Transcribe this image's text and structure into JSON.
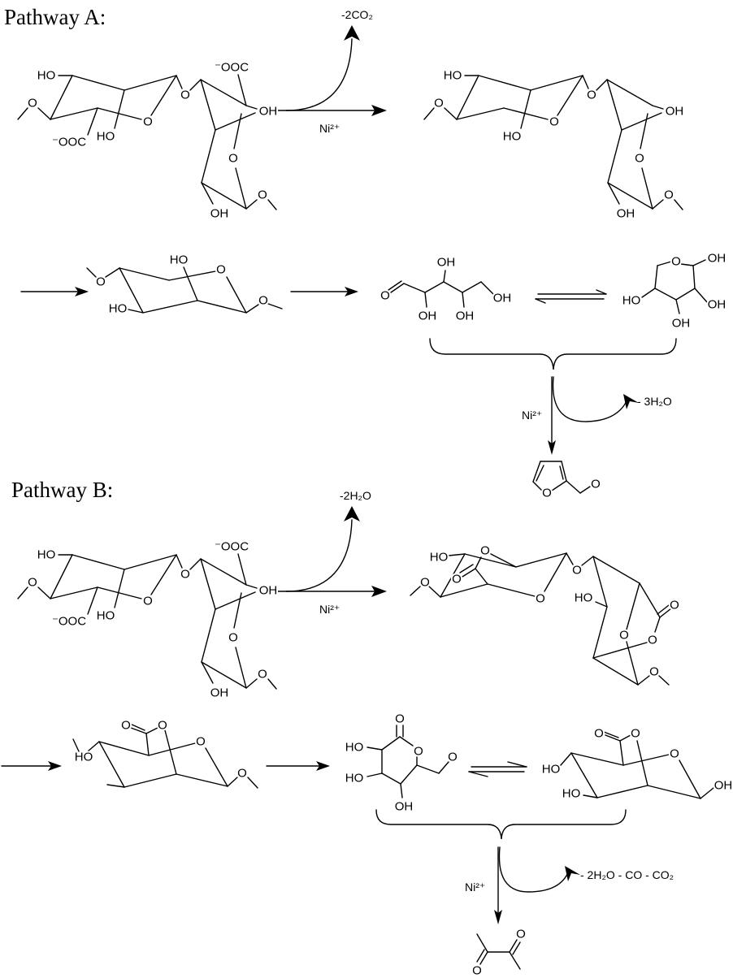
{
  "pathway_a": {
    "title": "Pathway A:",
    "step1_loss": "-2CO₂",
    "step1_catalyst": "Ni²⁺",
    "step3_loss": "- 3H₂O",
    "step3_catalyst": "Ni²⁺"
  },
  "pathway_b": {
    "title": "Pathway B:",
    "step1_loss": "-2H₂O",
    "step1_catalyst": "Ni²⁺",
    "step3_loss": "- 2H₂O - CO - CO₂",
    "step3_catalyst": "Ni²⁺"
  },
  "structures": {
    "a_reactant": {
      "labels": [
        "HO",
        "HO",
        "⁻OOC",
        "O",
        "O",
        "O",
        "⁻OOC",
        "OH",
        "O",
        "OH",
        "O"
      ]
    },
    "a_decarboxylated": {
      "labels": [
        "HO",
        "HO",
        "O",
        "O",
        "O",
        "OH",
        "O",
        "OH",
        "O"
      ]
    },
    "a_monomer": {
      "labels": [
        "HO",
        "O",
        "HO",
        "O",
        "O"
      ]
    },
    "a_open_chain": {
      "labels": [
        "O",
        "OH",
        "OH",
        "OH",
        "OH"
      ]
    },
    "a_pyranose": {
      "labels": [
        "O",
        "OH",
        "OH",
        "OH",
        "HO"
      ]
    },
    "a_furfural": {
      "labels": [
        "O",
        "O"
      ]
    },
    "b_reactant": {
      "labels": [
        "HO",
        "HO",
        "⁻OOC",
        "O",
        "O",
        "O",
        "⁻OOC",
        "OH",
        "O",
        "OH",
        "O"
      ]
    },
    "b_lactone_dimer": {
      "labels": [
        "HO",
        "O",
        "O",
        "O",
        "O",
        "O",
        "HO",
        "O",
        "O",
        "O",
        "O"
      ]
    },
    "b_lactone_monomer": {
      "labels": [
        "O",
        "O",
        "O",
        "O",
        "HO"
      ]
    },
    "b_open_lactone": {
      "labels": [
        "O",
        "O",
        "O",
        "OH",
        "HO",
        "HO"
      ]
    },
    "b_lactone_pyranose": {
      "labels": [
        "O",
        "O",
        "O",
        "HO",
        "OH",
        "HO"
      ]
    },
    "b_diacetyl": {
      "labels": [
        "O",
        "O"
      ]
    }
  }
}
